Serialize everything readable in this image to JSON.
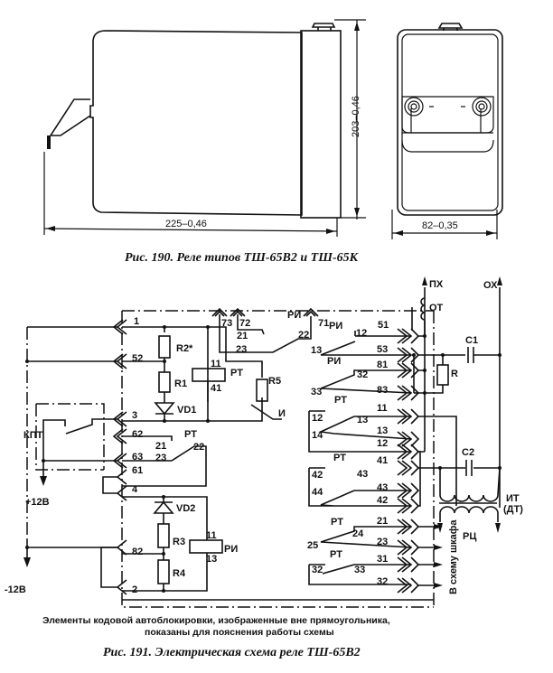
{
  "fig190": {
    "caption": "Рис. 190. Реле типов ТШ-65В2 и ТШ-65К",
    "dim_width": "225–0,46",
    "dim_height": "203–0,46",
    "dim_front_width": "82–0,35"
  },
  "fig191": {
    "caption": "Рис. 191. Электрическая схема реле ТШ-65В2",
    "note_line1": "Элементы кодовой автоблокировки, изображенные вне прямоугольника,",
    "note_line2": "показаны для пояснения работы схемы",
    "components": {
      "R2": "R2*",
      "R1": "R1",
      "VD1": "VD1",
      "R5": "R5",
      "R5_mark": "И",
      "RT": "РТ",
      "RI": "РИ",
      "VD2": "VD2",
      "R3": "R3",
      "R4": "R4",
      "KPT": "КПТ",
      "R": "R",
      "C1": "C1",
      "C2": "C2",
      "OT": "ОТ",
      "IT": "ИТ",
      "DT": "(ДТ)",
      "RC": "РЦ",
      "PX": "ПХ",
      "OX": "ОХ"
    },
    "supplies": {
      "plus": "+12В",
      "minus": "-12В"
    },
    "left_pins": [
      "1",
      "52",
      "3",
      "62",
      "63",
      "61",
      "4",
      "82",
      "2"
    ],
    "right_pins": [
      "51",
      "53",
      "81",
      "83",
      "11",
      "13",
      "12",
      "41",
      "43",
      "42",
      "21",
      "23",
      "31",
      "32"
    ],
    "top_pins": [
      "73",
      "72",
      "71"
    ],
    "contacts": {
      "rt_coil_top": "11",
      "rt_coil_bot": "41",
      "ri_coil_top": "11",
      "ri_coil_bot": "13",
      "c21": "21",
      "c22": "22",
      "c23": "23",
      "ri12": "12",
      "ri13": "13",
      "rt32": "32",
      "rt33": "33",
      "rt12": "12",
      "rt13": "13",
      "rt14": "14",
      "rt42": "42",
      "rt43": "43",
      "rt44": "44",
      "rt24": "24",
      "rt25": "25",
      "rt32b": "32",
      "rt33b": "33"
    },
    "to_cabinet": "В схему шкафа"
  }
}
